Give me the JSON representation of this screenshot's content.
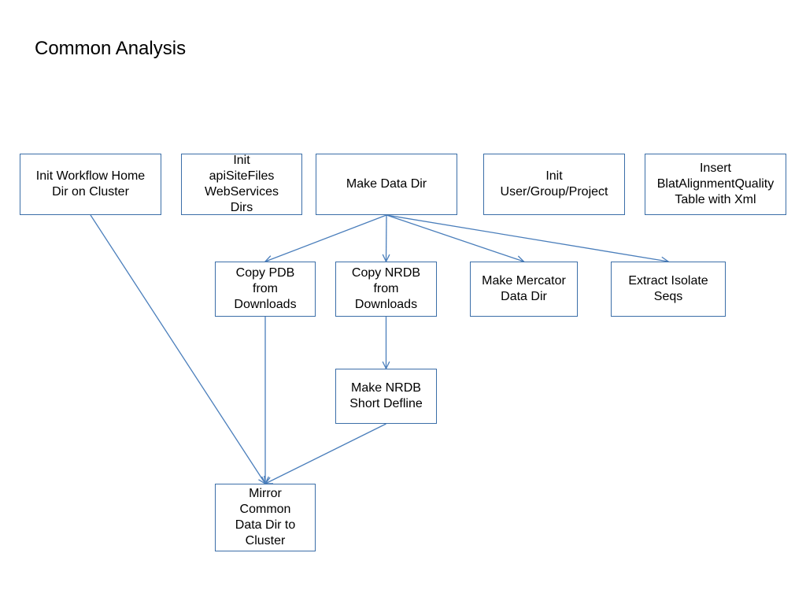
{
  "diagram": {
    "title": "Common Analysis",
    "colors": {
      "node_border": "#3b6ea8",
      "edge": "#4a7ebb",
      "text": "#000000",
      "background": "#ffffff"
    },
    "nodes": {
      "init_workflow": "Init Workflow Home\nDir on Cluster",
      "init_apisite": "Init\napiSiteFiles\nWebServices\nDirs",
      "make_data_dir": "Make Data Dir",
      "init_user": "Init\nUser/Group/Project",
      "insert_blat": "Insert\nBlatAlignmentQuality\nTable with Xml",
      "copy_pdb": "Copy PDB\nfrom\nDownloads",
      "copy_nrdb": "Copy NRDB\nfrom\nDownloads",
      "make_mercator": "Make Mercator\nData Dir",
      "extract_isolate": "Extract Isolate\nSeqs",
      "make_nrdb_short": "Make NRDB\nShort Defline",
      "mirror": "Mirror\nCommon\nData Dir to\nCluster"
    },
    "edges": [
      {
        "from": "make_data_dir",
        "to": "copy_pdb"
      },
      {
        "from": "make_data_dir",
        "to": "copy_nrdb"
      },
      {
        "from": "make_data_dir",
        "to": "make_mercator"
      },
      {
        "from": "make_data_dir",
        "to": "extract_isolate"
      },
      {
        "from": "copy_nrdb",
        "to": "make_nrdb_short"
      },
      {
        "from": "init_workflow",
        "to": "mirror"
      },
      {
        "from": "copy_pdb",
        "to": "mirror"
      },
      {
        "from": "make_nrdb_short",
        "to": "mirror"
      }
    ]
  }
}
